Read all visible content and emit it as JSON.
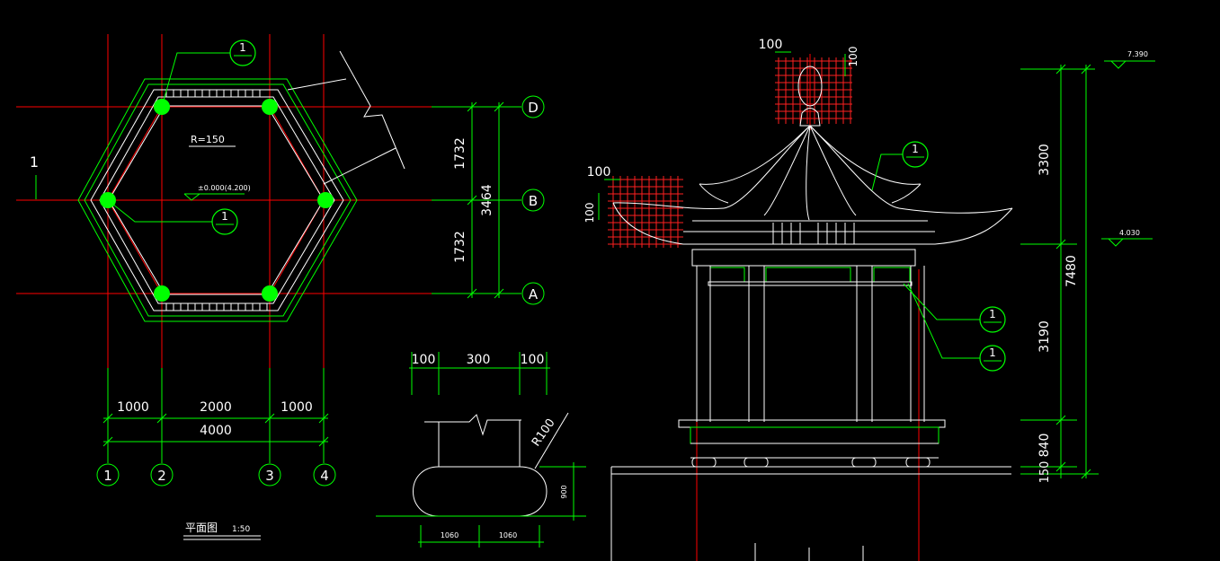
{
  "plan": {
    "title": "平面图",
    "scale": "1:50",
    "axis_labels_h": [
      "1",
      "2",
      "3",
      "4"
    ],
    "axis_labels_v": [
      "D",
      "B",
      "A"
    ],
    "section_mark": "1",
    "radius_note": "R=150",
    "elevation_note": "±0.000(4.200)",
    "dims_bottom": [
      "1000",
      "2000",
      "1000"
    ],
    "dim_total": "4000",
    "dims_right": [
      "1732",
      "1732"
    ],
    "dim_right_total": "3464",
    "detail_refs": [
      "1",
      "1"
    ]
  },
  "detail": {
    "dims_top": [
      "100",
      "300",
      "100"
    ],
    "radius": "R100",
    "height": "900",
    "dims_bottom": [
      "1060",
      "1060"
    ]
  },
  "elevation": {
    "dim_finial_w": "100",
    "dim_finial_h": "100",
    "dim_eave_w": "100",
    "dim_eave_h": "100",
    "detail_refs": [
      "1",
      "1",
      "1"
    ],
    "level_top": "7.390",
    "level_mid": "4.030",
    "dims_vertical": [
      "3300",
      "3190",
      "840",
      "150"
    ],
    "dim_total": "7480"
  },
  "colors": {
    "background": "#000000",
    "dimension": "#00ff00",
    "axis": "#ff0000",
    "outline": "#ffffff"
  }
}
